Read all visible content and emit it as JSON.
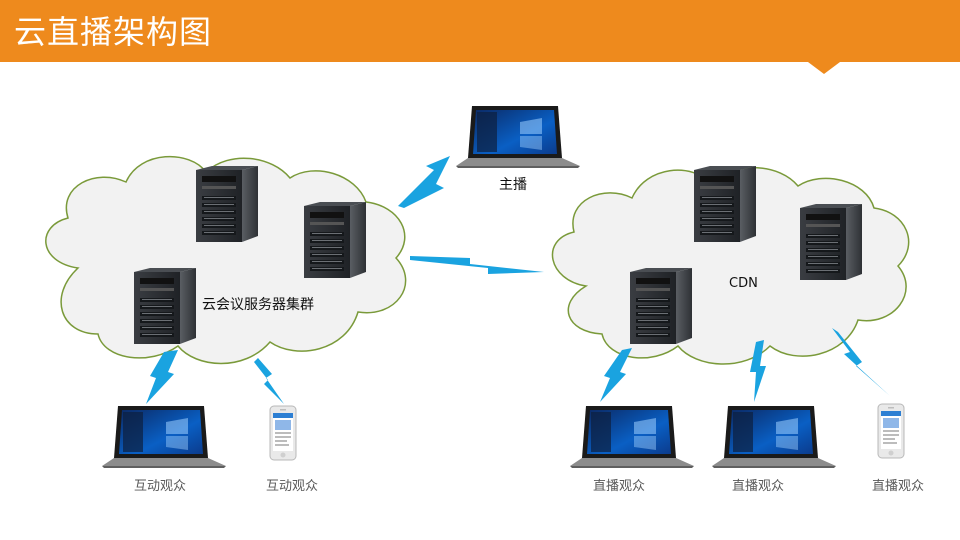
{
  "title": "云直播架构图",
  "colors": {
    "header": "#ee8a1d",
    "cloud_fill": "#f2f2f2",
    "cloud_stroke": "#7a9a3a",
    "lightning": "#1aa3e0",
    "server_body": "#2a2d31"
  },
  "broadcaster": {
    "label": "主播",
    "icon": "laptop-icon"
  },
  "left_cloud": {
    "label": "云会议服务器集群",
    "icon": "server-tower-icon"
  },
  "right_cloud": {
    "label": "CDN",
    "icon": "server-tower-icon"
  },
  "left_viewers": [
    {
      "label": "互动观众",
      "icon": "laptop-icon"
    },
    {
      "label": "互动观众",
      "icon": "phone-icon"
    }
  ],
  "right_viewers": [
    {
      "label": "直播观众",
      "icon": "laptop-icon"
    },
    {
      "label": "直播观众",
      "icon": "laptop-icon"
    },
    {
      "label": "直播观众",
      "icon": "phone-icon"
    }
  ]
}
